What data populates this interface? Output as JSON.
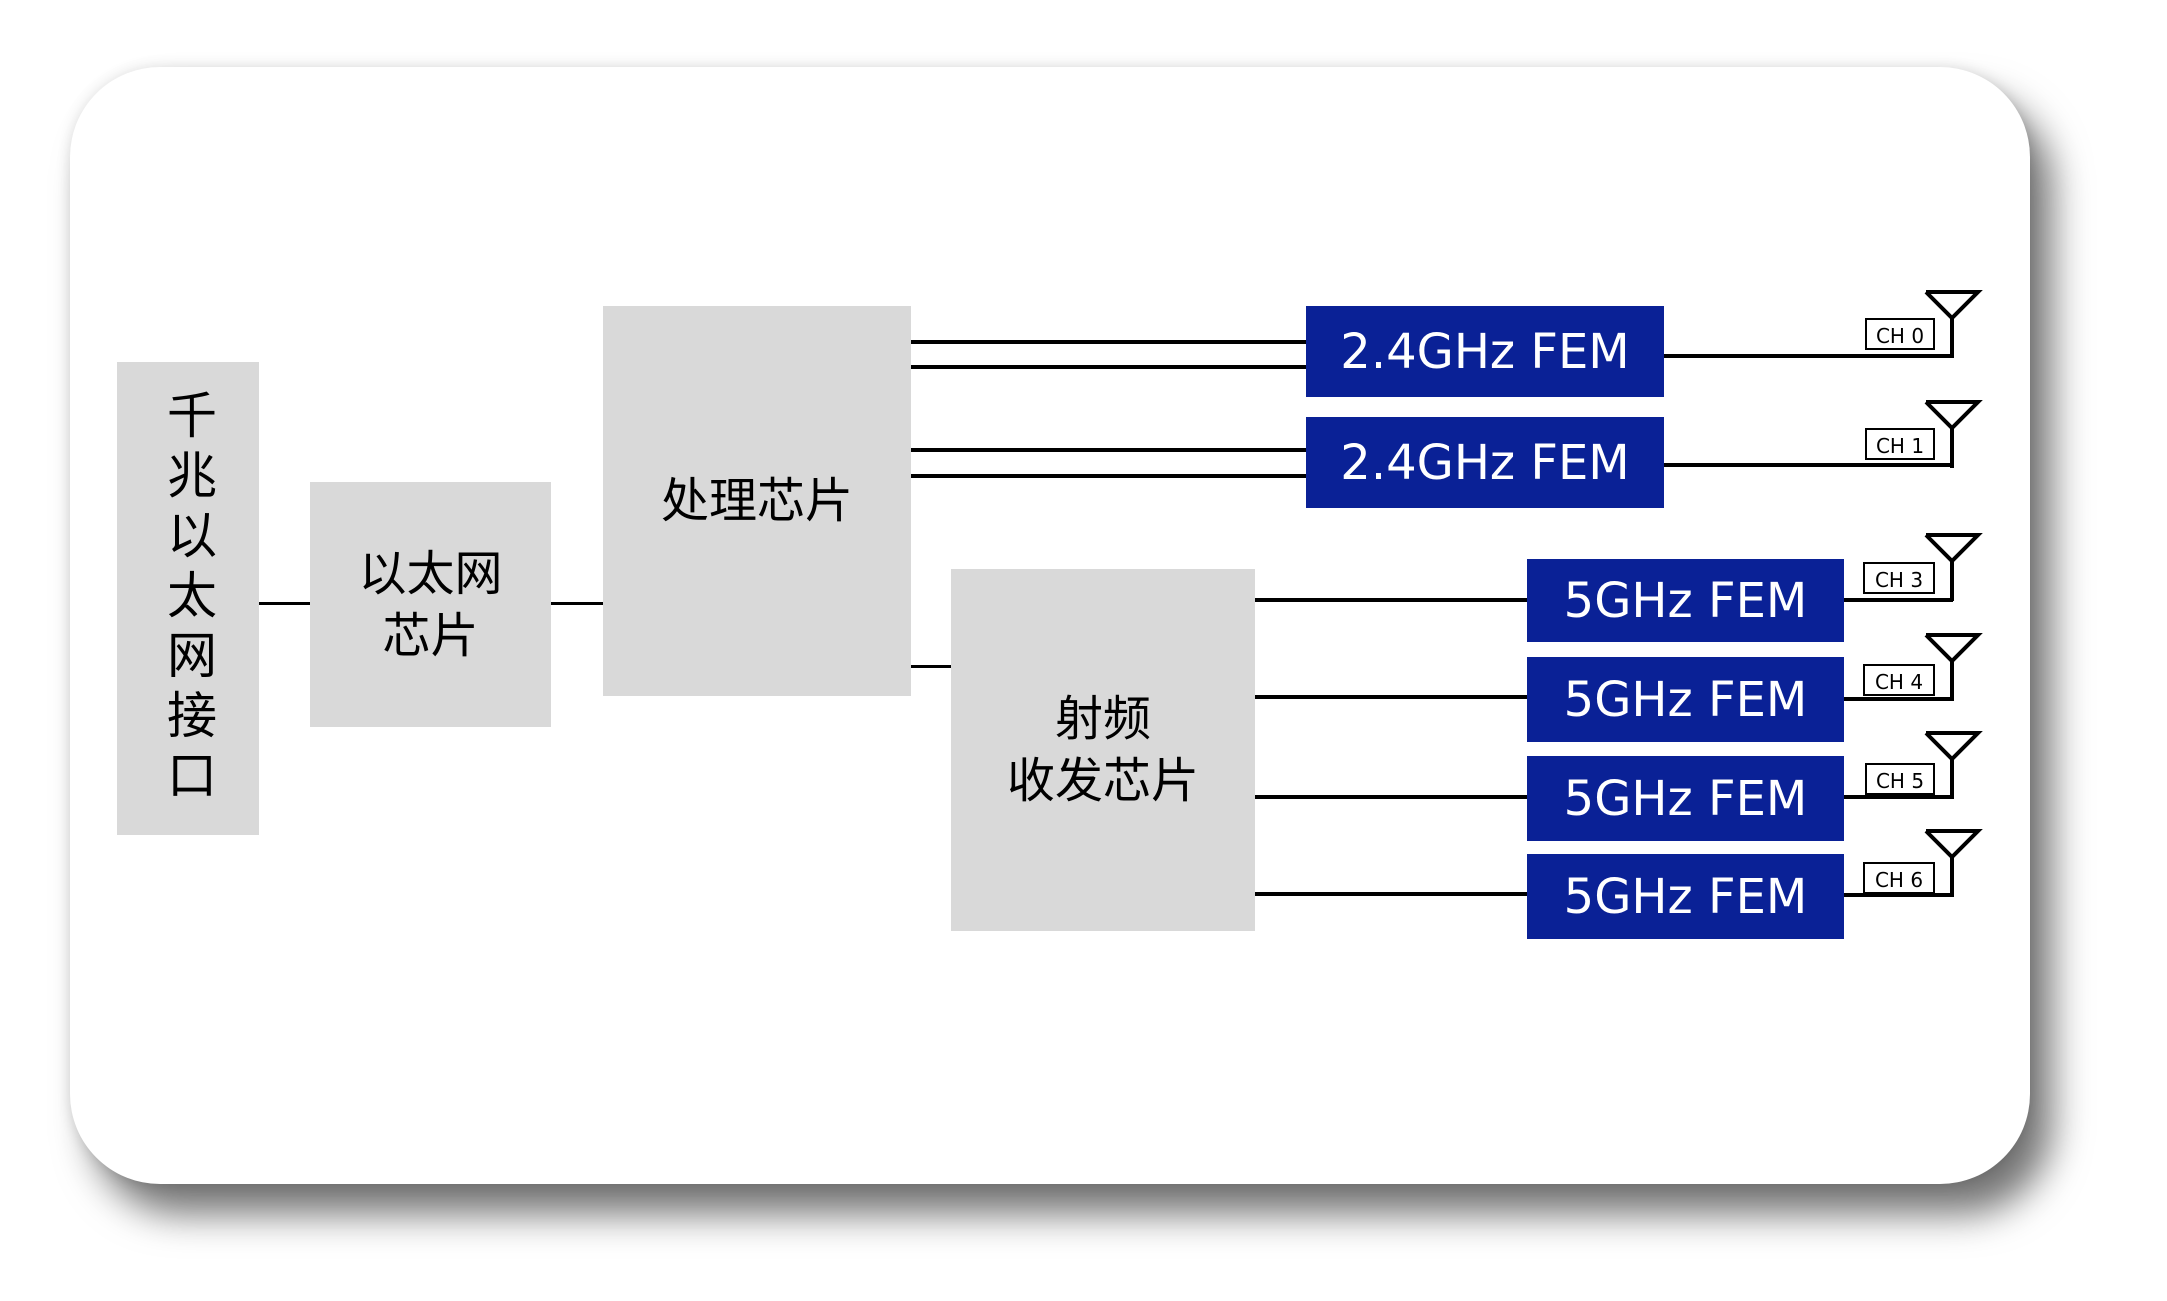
{
  "colors": {
    "fem": "#0a2196",
    "chip": "#d9d9d9",
    "line": "#000000"
  },
  "blocks": {
    "ethernet_port": "千兆以太网接口",
    "ethernet_chip_line1": "以太网",
    "ethernet_chip_line2": "芯片",
    "processor": "处理芯片",
    "rf_line1": "射频",
    "rf_line2": "收发芯片"
  },
  "fems": [
    {
      "label": "2.4GHz FEM",
      "channel": "CH 0"
    },
    {
      "label": "2.4GHz FEM",
      "channel": "CH 1"
    },
    {
      "label": "5GHz FEM",
      "channel": "CH 3"
    },
    {
      "label": "5GHz FEM",
      "channel": "CH 4"
    },
    {
      "label": "5GHz FEM",
      "channel": "CH 5"
    },
    {
      "label": "5GHz FEM",
      "channel": "CH 6"
    }
  ],
  "icons": {
    "antenna": "antenna-icon"
  }
}
